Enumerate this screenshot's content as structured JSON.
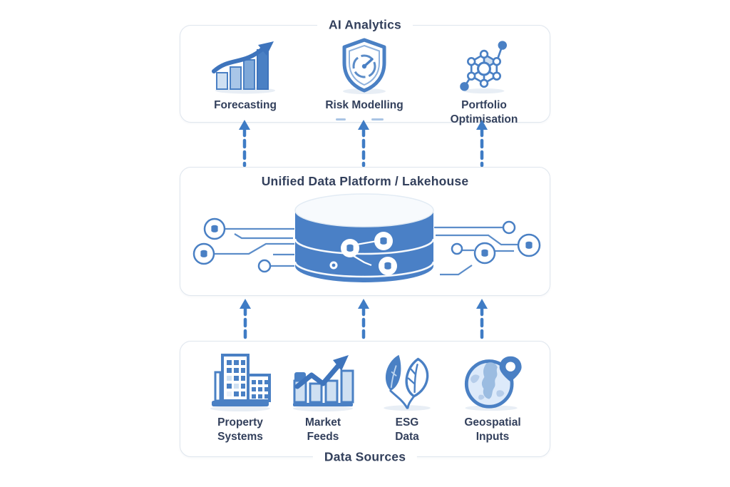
{
  "diagram": {
    "analytics": {
      "title": "AI Analytics",
      "items": [
        {
          "label": "Forecasting",
          "icon": "forecasting-chart-icon"
        },
        {
          "label": "Risk Modelling",
          "icon": "risk-shield-gauge-icon"
        },
        {
          "label": "Portfolio Optimisation",
          "icon": "portfolio-network-icon"
        }
      ]
    },
    "platform": {
      "title": "Unified Data Platform / Lakehouse",
      "icon": "database-lakehouse-icon"
    },
    "sources": {
      "title": "Data Sources",
      "items": [
        {
          "label": "Property Systems",
          "icon": "property-buildings-icon"
        },
        {
          "label": "Market Feeds",
          "icon": "market-feeds-chart-icon"
        },
        {
          "label": "ESG Data",
          "icon": "esg-leaves-icon"
        },
        {
          "label": "Geospatial Inputs",
          "icon": "geospatial-globe-pin-icon"
        }
      ]
    },
    "colors": {
      "primary_blue": "#4a80c4",
      "accent_dark_blue": "#3e74bc",
      "light_blue_fill": "#cfe0f2",
      "text_navy": "#33405c",
      "box_border": "#dfe6ee",
      "arrow_blue": "#3f7cc5"
    }
  }
}
